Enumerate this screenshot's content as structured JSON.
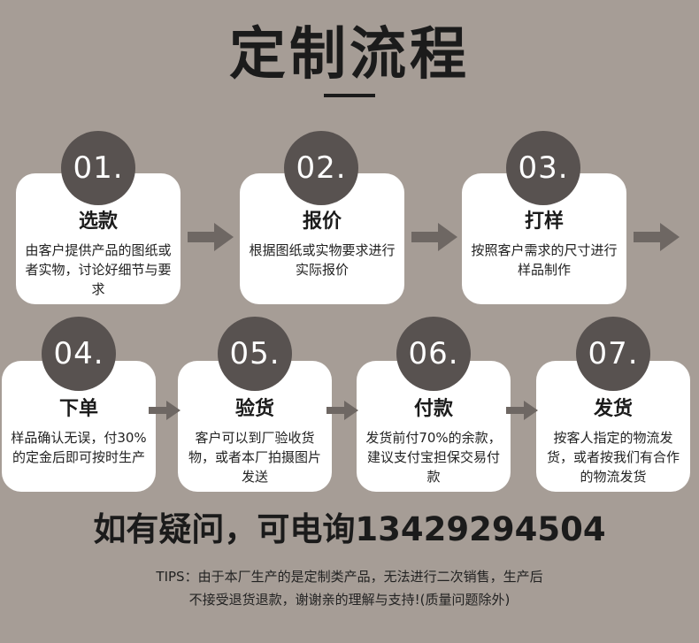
{
  "title": "定制流程",
  "steps_row1": [
    {
      "num": "01.",
      "heading": "选款",
      "desc": "由客户提供产品的图纸或者实物，讨论好细节与要求"
    },
    {
      "num": "02.",
      "heading": "报价",
      "desc": "根据图纸或实物要求进行实际报价"
    },
    {
      "num": "03.",
      "heading": "打样",
      "desc": "按照客户需求的尺寸进行样品制作"
    }
  ],
  "steps_row2": [
    {
      "num": "04.",
      "heading": "下单",
      "desc": "样品确认无误，付30%的定金后即可按时生产"
    },
    {
      "num": "05.",
      "heading": "验货",
      "desc": "客户可以到厂验收货物，或者本厂拍摄图片发送"
    },
    {
      "num": "06.",
      "heading": "付款",
      "desc": "发货前付70%的余款，建议支付宝担保交易付款"
    },
    {
      "num": "07.",
      "heading": "发货",
      "desc": "按客人指定的物流发货，或者按我们有合作的物流发货"
    }
  ],
  "contact": "如有疑问，可电询13429294504",
  "tips_line1": "TIPS：由于本厂生产的是定制类产品，无法进行二次销售，生产后",
  "tips_line2": "不接受退货退款，谢谢亲的理解与支持!(质量问题除外)",
  "colors": {
    "background": "#a69d96",
    "badge": "#585250",
    "arrow": "#6e6763",
    "card": "#ffffff"
  },
  "icons": [
    "arrow-right-icon"
  ]
}
